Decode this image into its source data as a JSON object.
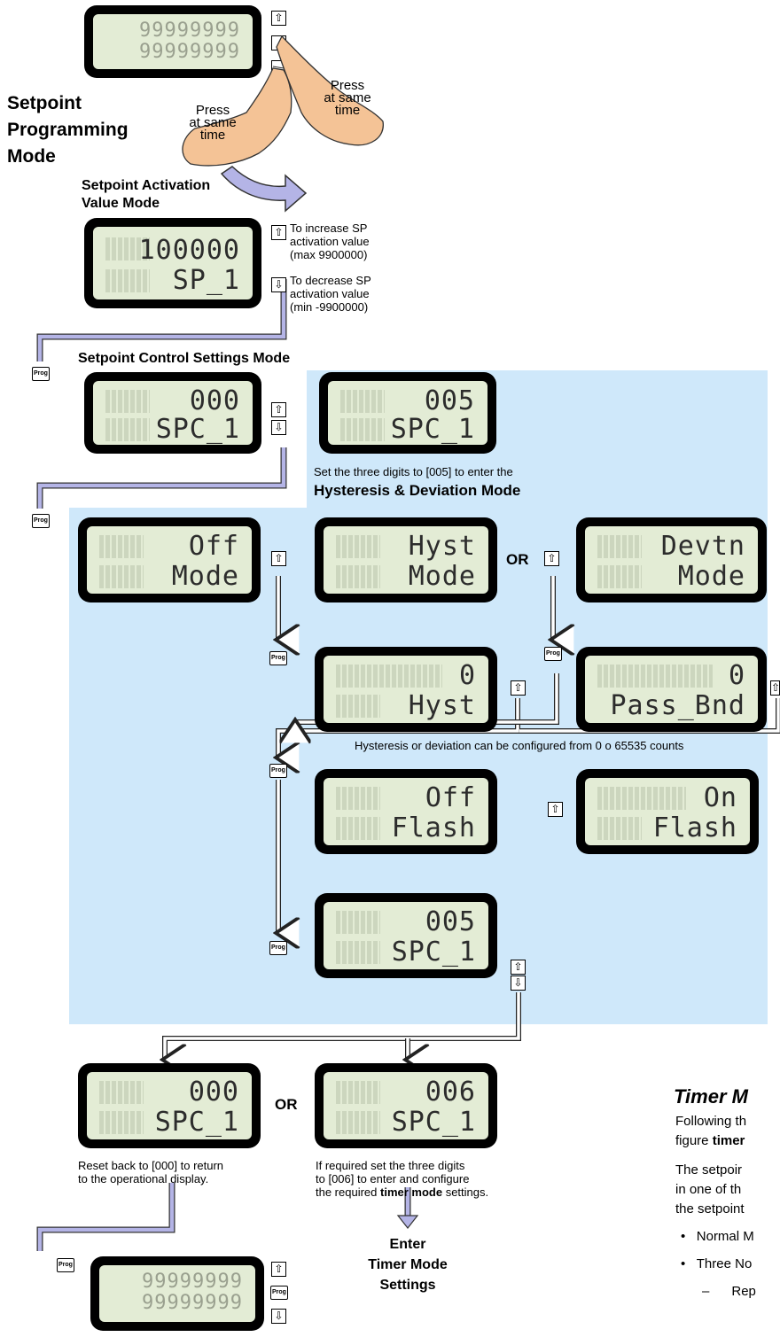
{
  "top_display": {
    "line1": "99999999",
    "line2": "99999999"
  },
  "press_left": "Press\nat same\ntime",
  "press_right": "Press\nat same\ntime",
  "title": "Setpoint\nProgramming\nMode",
  "activation_heading": "Setpoint Activation\nValue Mode",
  "activation_display": {
    "line1": "100000",
    "line2": "SP_1"
  },
  "increase_note": "To increase SP\nactivation value\n(max 9900000)",
  "decrease_note": "To decrease SP\nactivation value\n(min -9900000)",
  "control_heading": "Setpoint Control Settings Mode",
  "spc_000": {
    "line1": "000",
    "line2": "SPC_1"
  },
  "spc_005": {
    "line1": "005",
    "line2": "SPC_1"
  },
  "set005_note": "Set the three digits to [005] to enter the",
  "hyst_dev_heading": "Hysteresis & Deviation Mode",
  "off_mode": {
    "line1": "Off",
    "line2": "Mode"
  },
  "hyst_mode": {
    "line1": "Hyst",
    "line2": "Mode"
  },
  "devtn_mode": {
    "line1": "Devtn",
    "line2": "Mode"
  },
  "or_label": "OR",
  "hyst_val": {
    "line1": "0",
    "line2": "Hyst"
  },
  "pass_val": {
    "line1": "0",
    "line2": "Pass_Bnd"
  },
  "range_note": "Hysteresis or deviation can be configured from 0 o 65535 counts",
  "flash_off": {
    "line1": "Off",
    "line2": "Flash"
  },
  "flash_on": {
    "line1": "On",
    "line2": "Flash"
  },
  "spc_005_b": {
    "line1": "005",
    "line2": "SPC_1"
  },
  "spc_000_b": {
    "line1": "000",
    "line2": "SPC_1"
  },
  "spc_006": {
    "line1": "006",
    "line2": "SPC_1"
  },
  "reset_note": "Reset back to [000] to return\nto the operational display.",
  "timer_note_1": "If required set the three digits\nto [006] to enter and configure\nthe required ",
  "timer_note_bold": "timer mode",
  "timer_note_2": " settings.",
  "enter_timer": "Enter\nTimer Mode\nSettings",
  "bottom_display": {
    "line1": "99999999",
    "line2": "99999999"
  },
  "prog_label": "Prog",
  "icons": {
    "up": "up-arrow-button-icon",
    "down": "down-arrow-button-icon"
  },
  "side_heading": "Timer M",
  "side_p1a": "Following th",
  "side_p1b": "figure ",
  "side_p1b_bold": "timer",
  "side_p2a": "The setpoir",
  "side_p2b": "in one of th",
  "side_p2c": "the setpoint",
  "side_b1": "Normal M",
  "side_b2": "Three No",
  "side_sub": "Rep",
  "colors": {
    "panel": "#cfe8fa",
    "arrow_fill": "#b4b4e6",
    "lcd_bg": "#e3ecd5",
    "hand": "#f4c396"
  }
}
